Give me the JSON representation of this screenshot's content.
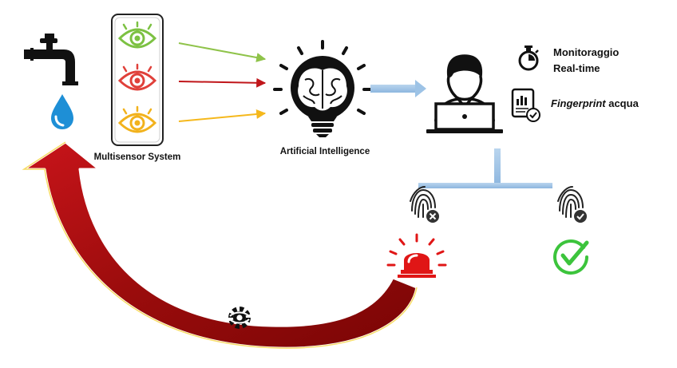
{
  "labels": {
    "multisensor": "Multisensor System",
    "ai": "Artificial Intelligence",
    "monitoring_line1": "Monitoraggio",
    "monitoring_line2": "Real-time",
    "fingerprint_em": "Fingerprint",
    "fingerprint_rest": " acqua"
  },
  "icons": {
    "tap": "water-tap-icon",
    "drop": "water-drop-icon",
    "eyes": [
      "green-eye-icon",
      "red-eye-icon",
      "yellow-eye-icon"
    ],
    "brain": "brain-bulb-icon",
    "user": "user-laptop-icon",
    "stopwatch": "stopwatch-icon",
    "report": "report-check-icon",
    "fp_fail": "fingerprint-x-icon",
    "fp_ok": "fingerprint-check-icon",
    "alarm": "alarm-siren-icon",
    "check": "check-circle-icon",
    "gear": "gear-icon"
  },
  "colors": {
    "eye_green": "#7cc142",
    "eye_red": "#e0403a",
    "eye_yellow": "#f2b21c",
    "arrow_green": "#8fc34a",
    "arrow_red": "#c0161a",
    "arrow_yellow": "#f5b81c",
    "flow_blue": "#9dc3e6",
    "drop_blue": "#1e8fd6",
    "feedback_red": "#a30f0f",
    "alarm_red": "#e01616",
    "check_green": "#3cc43c"
  }
}
